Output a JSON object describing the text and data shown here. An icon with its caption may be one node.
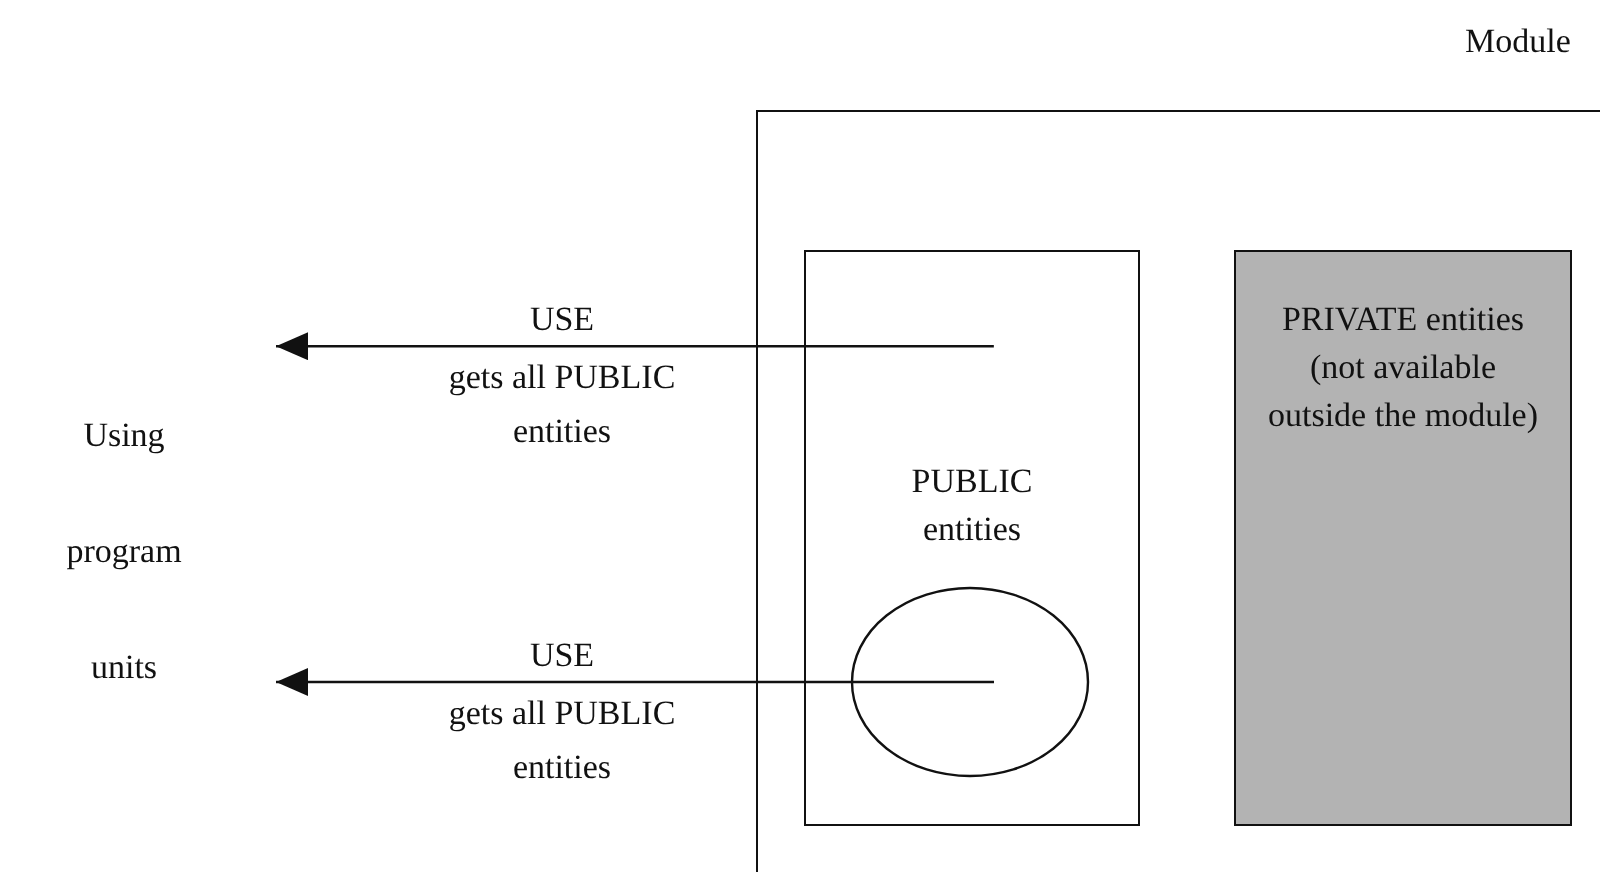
{
  "diagram": {
    "nodes": [
      {
        "text": [
          "Module"
        ]
      },
      {
        "text": [
          "PUBLIC entities"
        ],
        "in": 0
      },
      {
        "text": [],
        "shape": "circle",
        "in": 1
      },
      {
        "text": [
          "PRIVATE entities (not available outside the module)"
        ],
        "in": 0
      },
      {
        "text": [
          "Using program units"
        ]
      }
    ],
    "edges": [
      {
        "from": 1,
        "to": 4,
        "arrow": "to",
        "label": "USE"
      },
      {
        "from": 2,
        "to": 4,
        "arrow": "to",
        "label": "USE"
      }
    ],
    "labels": [
      "gets all PUBLIC entities",
      "gets all PUBLIC entities"
    ]
  }
}
